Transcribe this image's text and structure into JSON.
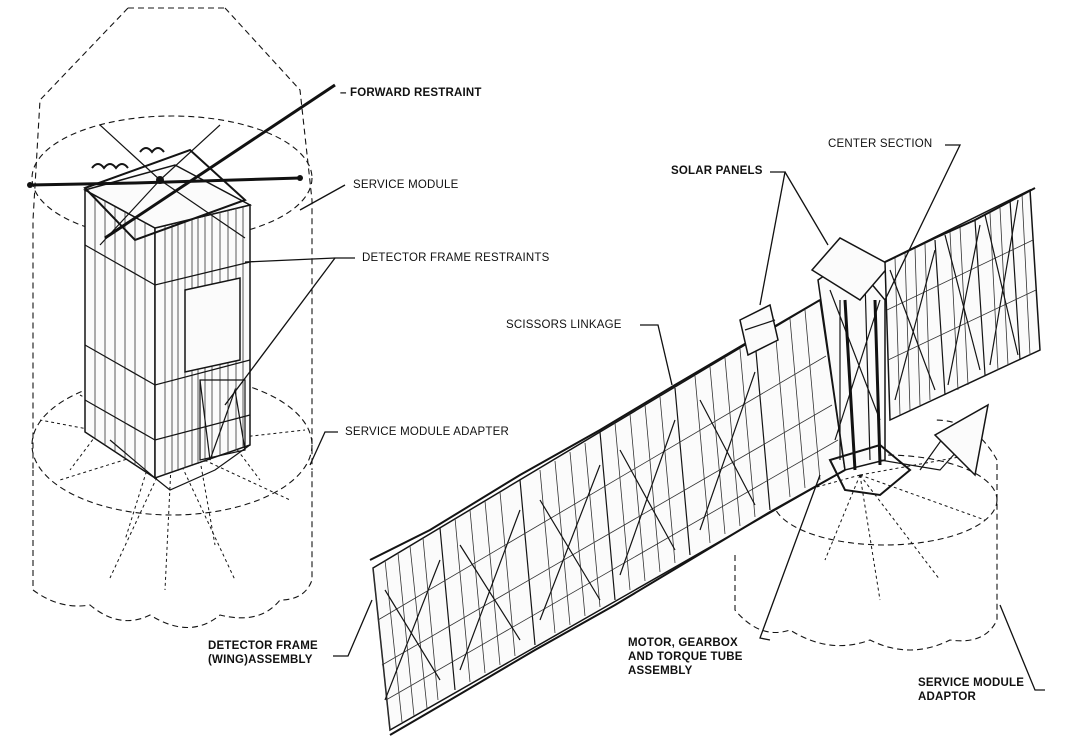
{
  "labels": {
    "forward_restraint": "FORWARD RESTRAINT",
    "service_module": "SERVICE MODULE",
    "detector_frame_restraints": "DETECTOR FRAME RESTRAINTS",
    "service_module_adapter": "SERVICE MODULE ADAPTER",
    "scissors_linkage": "SCISSORS LINKAGE",
    "solar_panels": "SOLAR PANELS",
    "center_section": "CENTER SECTION",
    "detector_frame_line1": "DETECTOR FRAME",
    "detector_frame_line2": "(WING)ASSEMBLY",
    "motor_line1": "MOTOR, GEARBOX",
    "motor_line2": "AND TORQUE TUBE",
    "motor_line3": "ASSEMBLY",
    "adaptor_line1": "SERVICE MODULE",
    "adaptor_line2": "ADAPTOR"
  },
  "colors": {
    "ink": "#141414",
    "paper": "#ffffff"
  }
}
